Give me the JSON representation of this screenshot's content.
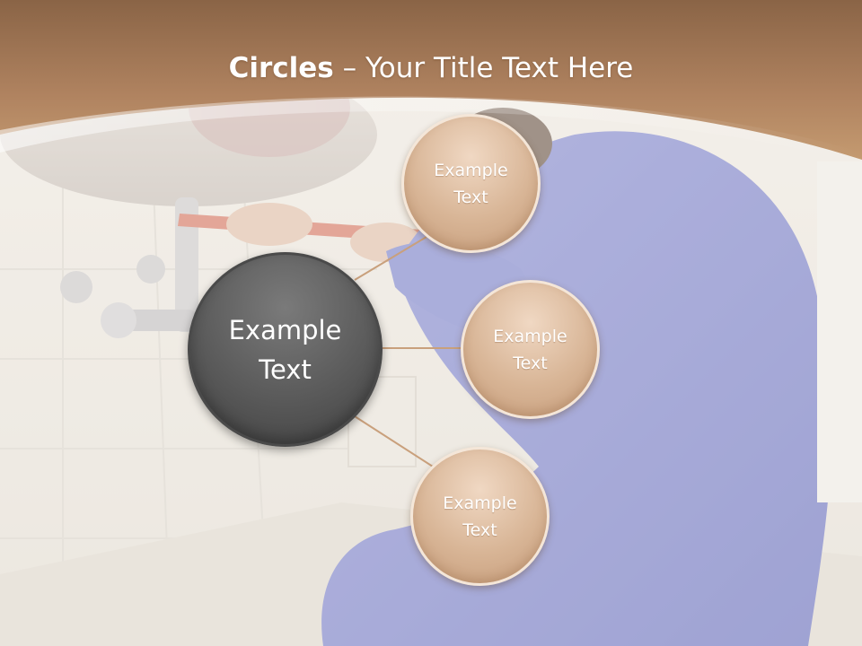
{
  "slide": {
    "title_bold": "Circles",
    "title_rest": " – Your Title Text Here",
    "center_circle": {
      "line1": "Example",
      "line2": "Text"
    },
    "satellites": [
      {
        "line1": "Example",
        "line2": "Text"
      },
      {
        "line1": "Example",
        "line2": "Text"
      },
      {
        "line1": "Example",
        "line2": "Text"
      }
    ]
  },
  "colors": {
    "header_brown": "#8a6446",
    "header_light": "#c49a70",
    "center_circle": "#5a5a5a",
    "satellite_circle": "#d8b596",
    "connector": "#c9a07c"
  },
  "background_image": "plumber-fixing-sink-photo"
}
